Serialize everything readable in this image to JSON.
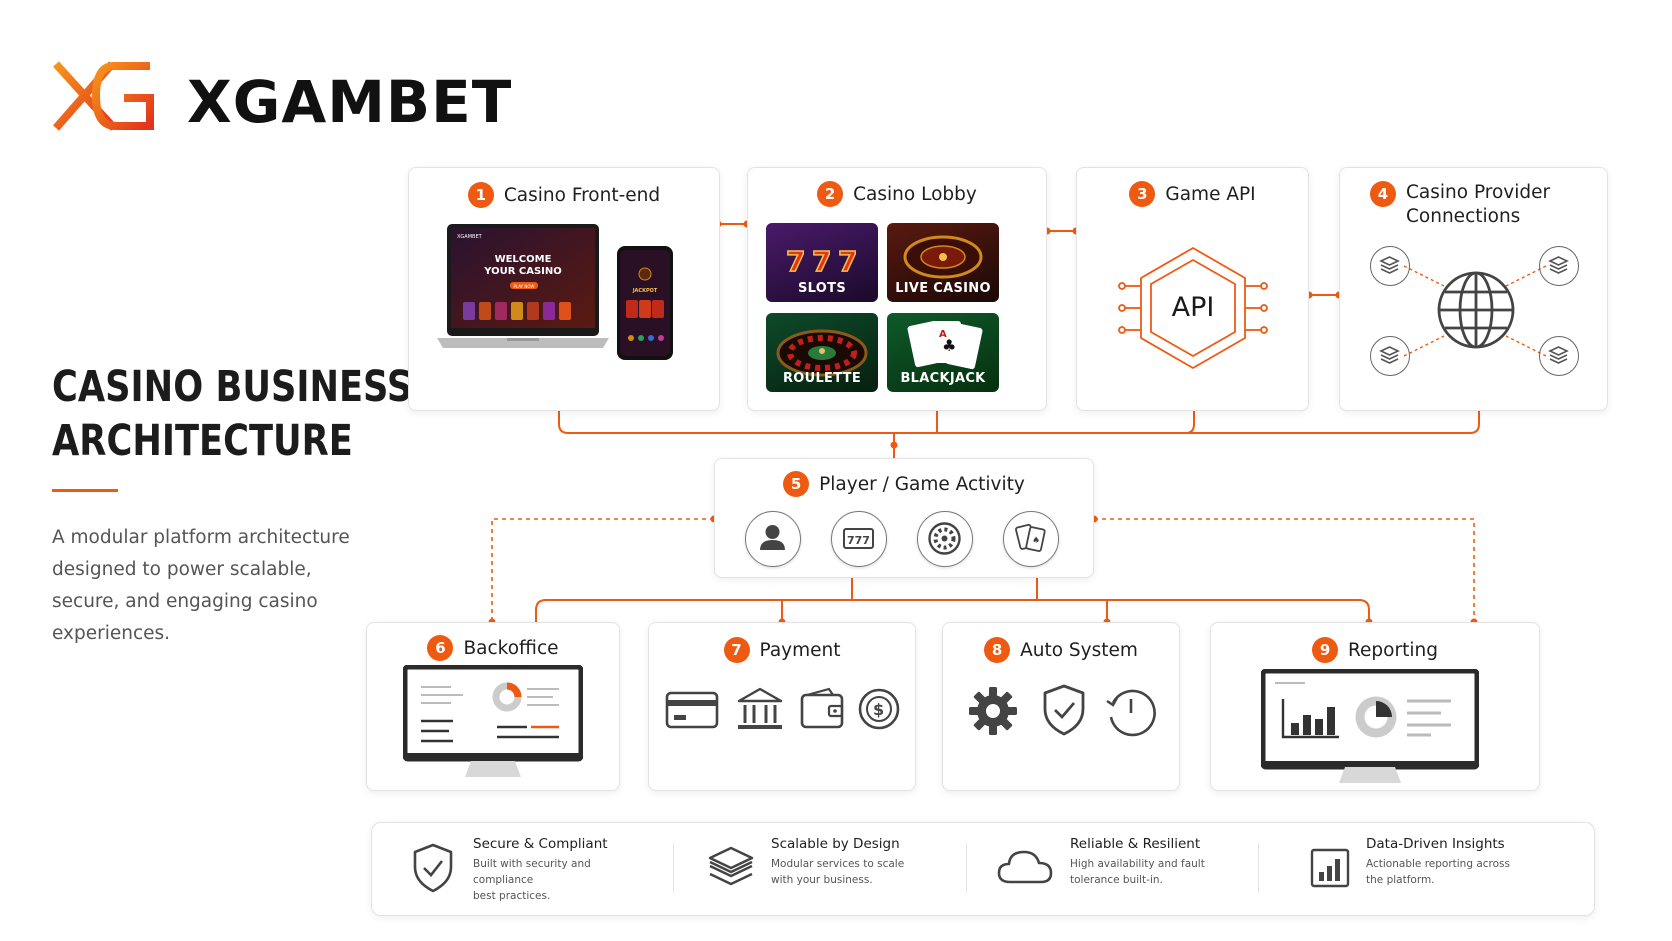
{
  "brand": {
    "logo": "XGAMBET",
    "accent_color": "#ee5a12"
  },
  "title_lines": [
    "CASINO BUSINESS",
    "ARCHITECTURE"
  ],
  "description": "A modular platform architecture designed to power scalable, secure, and engaging casino experiences.",
  "modules": [
    {
      "num": "1",
      "label": "Casino Front-end"
    },
    {
      "num": "2",
      "label": "Casino Lobby"
    },
    {
      "num": "3",
      "label": "Game API"
    },
    {
      "num": "4",
      "label_lines": [
        "Casino Provider",
        "Connections"
      ]
    },
    {
      "num": "5",
      "label": "Player / Game Activity"
    },
    {
      "num": "6",
      "label": "Backoffice"
    },
    {
      "num": "7",
      "label": "Payment"
    },
    {
      "num": "8",
      "label": "Auto System"
    },
    {
      "num": "9",
      "label": "Reporting"
    }
  ],
  "frontend_mock": {
    "laptop_brand": "XGAMBET",
    "laptop_headline_1": "WELCOME",
    "laptop_headline_2": "YOUR CASINO",
    "laptop_cta": "PLAY NOW",
    "phone_label": "JACKPOT"
  },
  "lobby_tiles": [
    "SLOTS",
    "LIVE CASINO",
    "ROULETTE",
    "BLACKJACK"
  ],
  "api_label": "API",
  "activity_icons": [
    "player-icon",
    "slot-machine-icon",
    "roulette-icon",
    "cards-icon"
  ],
  "features": [
    {
      "title": "Secure & Compliant",
      "desc_lines": [
        "Built with security and compliance",
        "best practices."
      ],
      "icon": "shield-check-icon"
    },
    {
      "title": "Scalable by Design",
      "desc_lines": [
        "Modular services to scale",
        "with your business."
      ],
      "icon": "layers-icon"
    },
    {
      "title": "Reliable & Resilient",
      "desc_lines": [
        "High availability and fault",
        "tolerance built-in."
      ],
      "icon": "cloud-icon"
    },
    {
      "title": "Data-Driven Insights",
      "desc_lines": [
        "Actionable reporting across",
        "the platform."
      ],
      "icon": "bar-chart-icon"
    }
  ]
}
